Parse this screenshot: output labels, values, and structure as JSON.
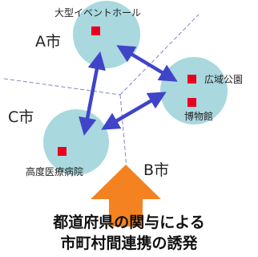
{
  "cities": {
    "a": "A市",
    "b": "B市",
    "c": "C市"
  },
  "facilities": {
    "event_hall": "大型イベントホール",
    "park": "広域公園",
    "museum": "博物館",
    "hospital": "高度医療病院"
  },
  "caption": {
    "line1": "都道府県の関与による",
    "line2": "市町村間連携の誘発"
  },
  "colors": {
    "circle_fill": "#a9d8df",
    "facility_marker": "#e8001c",
    "link_arrow": "#3f44c8",
    "boundary_line": "#7f86c6",
    "big_arrow": "#f58220"
  }
}
